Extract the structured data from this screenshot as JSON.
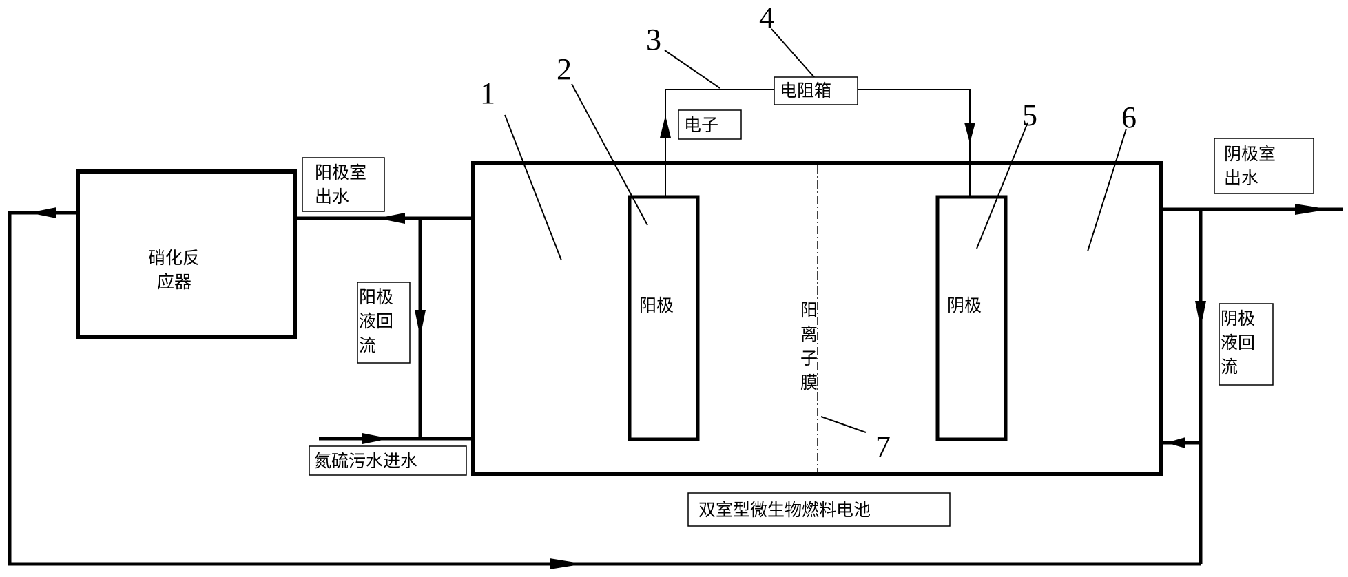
{
  "labels": {
    "reactor_line1": "硝化反",
    "reactor_line2": "应器",
    "anode_out_line1": "阳极室",
    "anode_out_line2": "出水",
    "anode_return_line1": "阳极",
    "anode_return_line2": "液回",
    "anode_return_line3": "流",
    "influent": "氮硫污水进水",
    "electron": "电子",
    "resistor_box": "电阻箱",
    "anode": "阳极",
    "cathode": "阴极",
    "membrane": [
      "阳",
      "离",
      "子",
      "膜"
    ],
    "cathode_out_line1": "阴极室",
    "cathode_out_line2": "出水",
    "cathode_return_line1": "阴极",
    "cathode_return_line2": "液回",
    "cathode_return_line3": "流",
    "mfc": "双室型微生物燃料电池"
  },
  "callouts": [
    "1",
    "2",
    "3",
    "4",
    "5",
    "6",
    "7"
  ]
}
